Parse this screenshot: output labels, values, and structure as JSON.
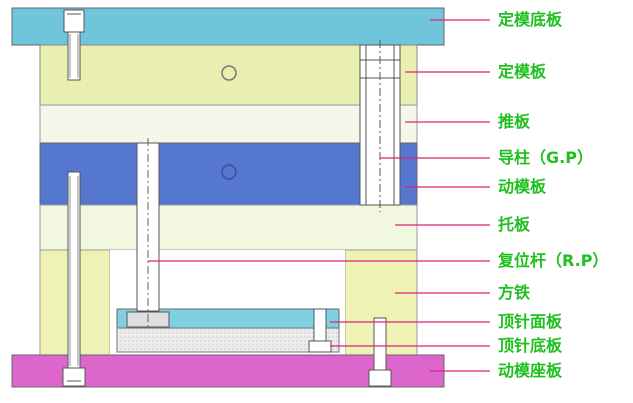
{
  "labels": {
    "fixed_clamp_plate": "定模底板",
    "fixed_mold_plate": "定模板",
    "stripper_plate": "推板",
    "guide_pin": "导柱（G.P）",
    "moving_mold_plate": "动模板",
    "support_plate": "托板",
    "return_pin": "复位杆（R.P）",
    "spacer_block": "方铁",
    "ejector_retainer_plate": "顶针面板",
    "ejector_base_plate": "顶针底板",
    "moving_clamp_plate": "动模座板"
  },
  "colors": {
    "label_text": "#1fbf1f",
    "leader_line": "#e0207a",
    "fixed_clamp_plate": "#6fc6dc",
    "fixed_mold_plate": "#e9efb0",
    "stripper_plate": "#f4f7ea",
    "moving_mold_plate": "#5577d0",
    "support_plate": "#f2f7df",
    "spacer_block": "#eef2b4",
    "ejector_retainer_plate": "#7ed0e2",
    "ejector_base_plate": "#ececec",
    "moving_clamp_plate": "#dd66cc"
  }
}
